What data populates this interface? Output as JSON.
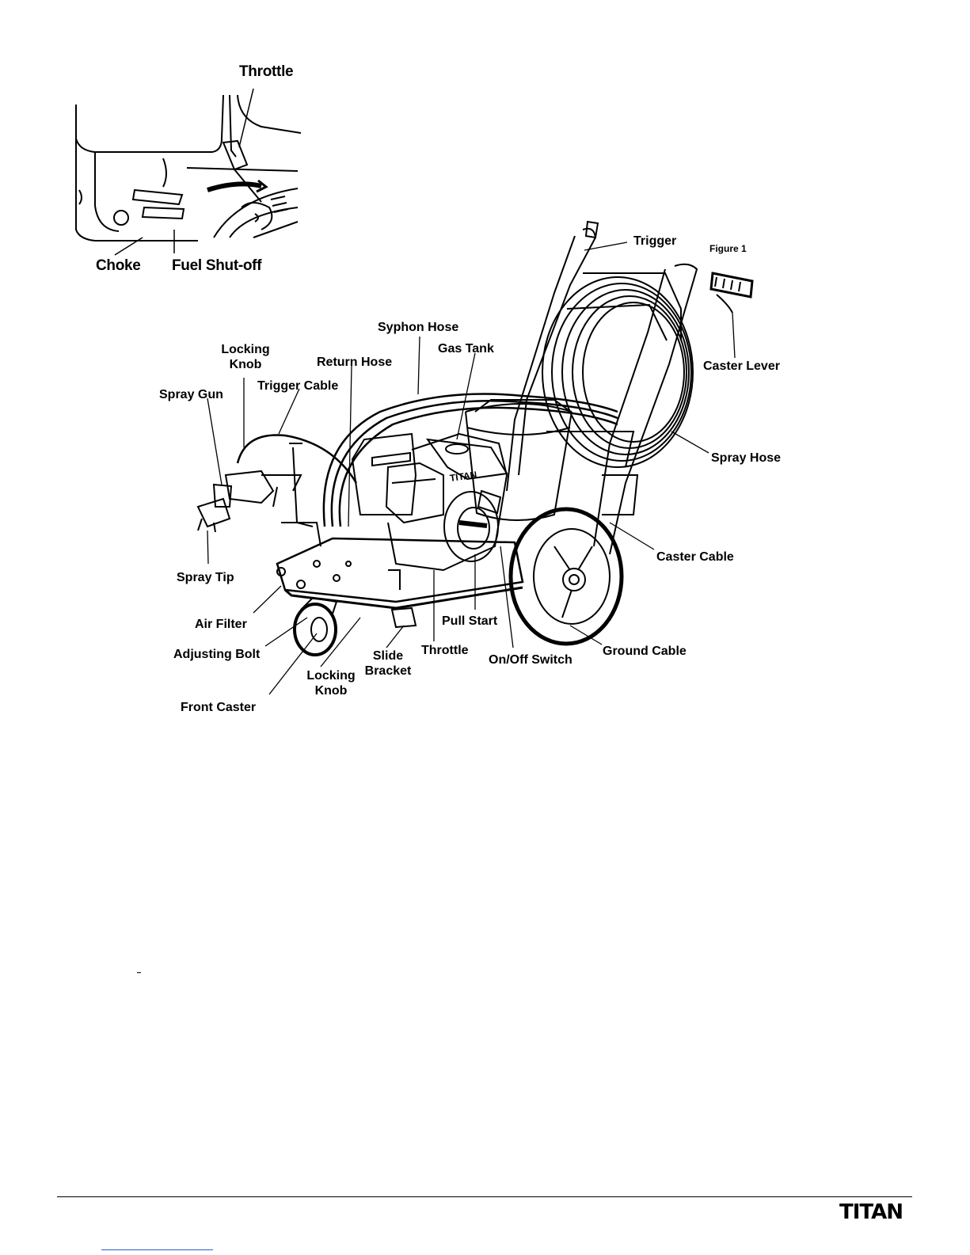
{
  "inset": {
    "throttle": "Throttle",
    "choke": "Choke",
    "fuel_shutoff": "Fuel Shut-off"
  },
  "figure": {
    "caption": "Figure 1",
    "labels": {
      "trigger_top": "Trigger",
      "caster_lever": "Caster Lever",
      "spray_hose": "Spray Hose",
      "caster_cable": "Caster Cable",
      "ground_cable": "Ground Cable",
      "syphon_hose": "Syphon Hose",
      "gas_tank": "Gas Tank",
      "return_hose": "Return Hose",
      "locking_knob_top": "Locking Knob",
      "trigger_cable": "Trigger Cable",
      "spray_gun": "Spray Gun",
      "spray_tip": "Spray Tip",
      "air_filter": "Air Filter",
      "adjusting_bolt": "Adjusting Bolt",
      "front_caster": "Front Caster",
      "locking_knob_bottom": "Locking Knob",
      "slide_bracket": "Slide Bracket",
      "throttle": "Throttle",
      "pull_start": "Pull Start",
      "onoff_switch": "On/Off Switch"
    },
    "engine_brand": "TITAN"
  },
  "footer": {
    "logo": "TITAN"
  }
}
